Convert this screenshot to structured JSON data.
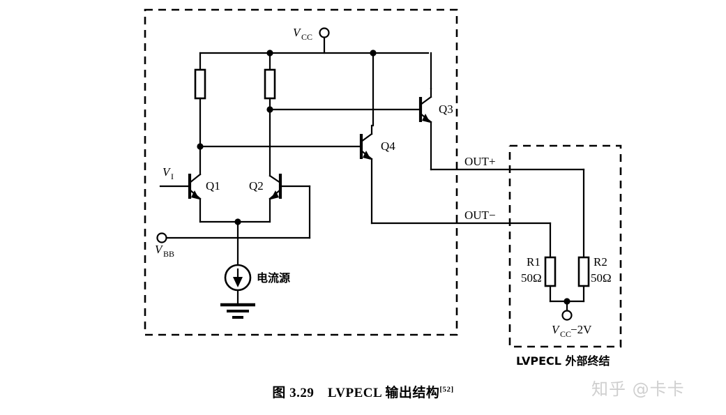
{
  "figure": {
    "caption_main": "图 3.29 LVPECL 输出结构",
    "caption_ref": "[52]",
    "watermark": "知乎 @卡卡"
  },
  "labels": {
    "vcc": "V",
    "vcc_sub": "CC",
    "vi": "V",
    "vi_sub": "I",
    "vbb": "V",
    "vbb_sub": "BB",
    "q1": "Q1",
    "q2": "Q2",
    "q3": "Q3",
    "q4": "Q4",
    "out_plus": "OUT+",
    "out_minus": "OUT−",
    "current_source": "电流源",
    "r1_name": "R1",
    "r1_value": "50Ω",
    "r2_name": "R2",
    "r2_value": "50Ω",
    "vcc_minus_2v": "V",
    "vcc_minus_2v_sub": "CC",
    "vcc_minus_2v_tail": "−2V",
    "termination_block": "LVPECL 外部终结"
  },
  "colors": {
    "ink": "#000000",
    "background": "#ffffff",
    "watermark": "#cfcfcf"
  }
}
